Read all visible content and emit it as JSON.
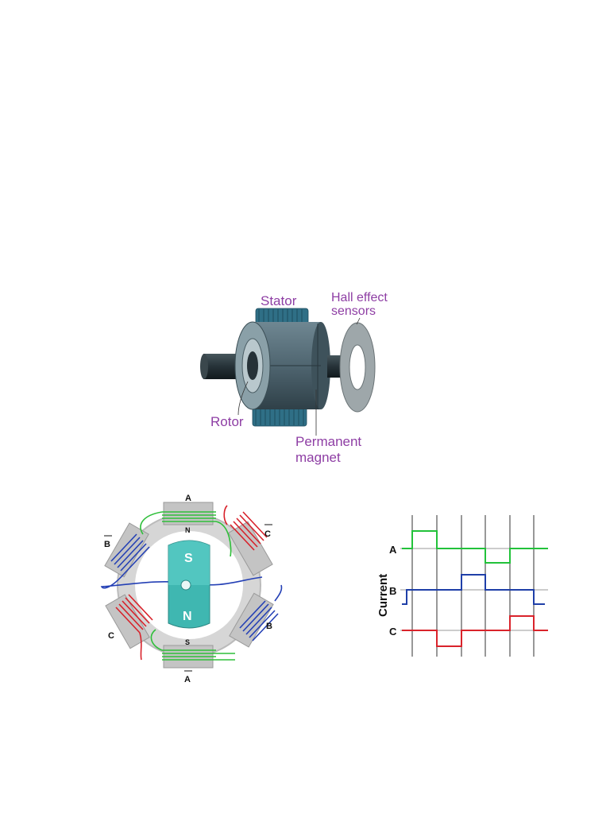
{
  "motor": {
    "labels": {
      "stator": "Stator",
      "hall_line1": "Hall effect",
      "hall_line2": "sensors",
      "rotor": "Rotor",
      "magnet_line1": "Permanent",
      "magnet_line2": "magnet"
    },
    "colors": {
      "label": "#8e3ea4",
      "body": "#4f6570",
      "stator_teeth": "#2f6f86",
      "shaft": "#263238"
    }
  },
  "windings": {
    "labels": {
      "a_top": "A",
      "a_bottom": "A",
      "b_left": "B",
      "b_right": "B",
      "c_left": "C",
      "c_right": "C",
      "n_top": "N",
      "s_bottom": "S",
      "magnet_s": "S",
      "magnet_n": "N"
    },
    "colors": {
      "phase_a": "#2fbf3a",
      "phase_b": "#2440b5",
      "phase_c": "#d8212a",
      "magnet": "#3fb7b1"
    }
  },
  "waveform": {
    "ylabel": "Current",
    "phase_labels": [
      "A",
      "B",
      "C"
    ],
    "colors": {
      "A": "#22c23a",
      "B": "#1f3fa8",
      "C": "#d9232b"
    }
  }
}
